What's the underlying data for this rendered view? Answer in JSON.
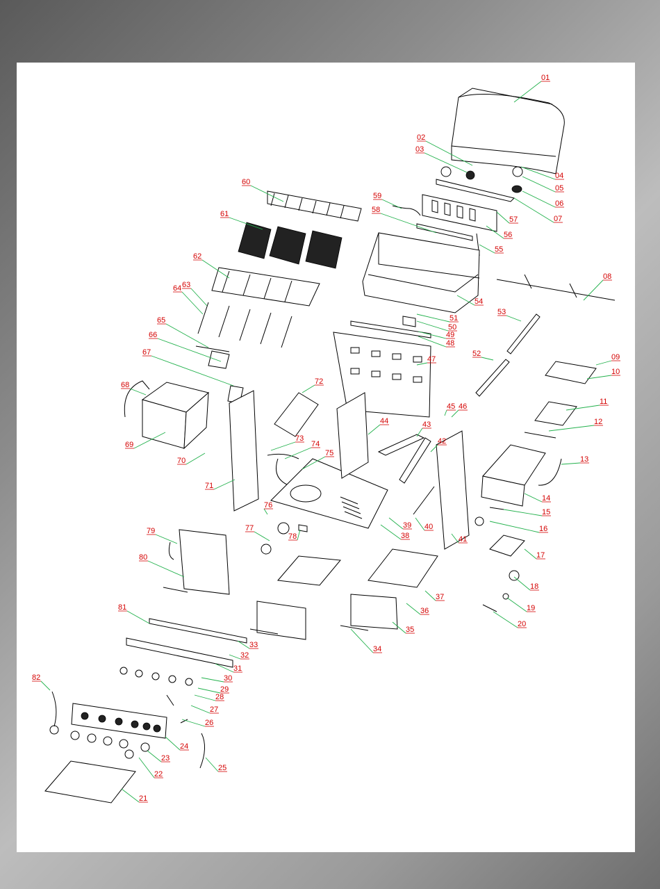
{
  "colors": {
    "label": "#d40000",
    "leader": "#22b14c",
    "line": "#000000"
  },
  "callouts": [
    {
      "id": "01",
      "text": "01"
    },
    {
      "id": "02",
      "text": "02"
    },
    {
      "id": "03",
      "text": "03"
    },
    {
      "id": "04",
      "text": "04"
    },
    {
      "id": "05",
      "text": "05"
    },
    {
      "id": "06",
      "text": "06"
    },
    {
      "id": "07",
      "text": "07"
    },
    {
      "id": "08",
      "text": "08"
    },
    {
      "id": "09",
      "text": "09"
    },
    {
      "id": "10",
      "text": "10"
    },
    {
      "id": "11",
      "text": "11"
    },
    {
      "id": "12",
      "text": "12"
    },
    {
      "id": "13",
      "text": "13"
    },
    {
      "id": "14",
      "text": "14"
    },
    {
      "id": "15",
      "text": "15"
    },
    {
      "id": "16",
      "text": "16"
    },
    {
      "id": "17",
      "text": "17"
    },
    {
      "id": "18",
      "text": "18"
    },
    {
      "id": "19",
      "text": "19"
    },
    {
      "id": "20",
      "text": "20"
    },
    {
      "id": "21",
      "text": "21"
    },
    {
      "id": "22",
      "text": "22"
    },
    {
      "id": "23",
      "text": "23"
    },
    {
      "id": "24",
      "text": "24"
    },
    {
      "id": "25",
      "text": "25"
    },
    {
      "id": "26",
      "text": "26"
    },
    {
      "id": "27",
      "text": "27"
    },
    {
      "id": "28",
      "text": "28"
    },
    {
      "id": "29",
      "text": "29"
    },
    {
      "id": "30",
      "text": "30"
    },
    {
      "id": "31",
      "text": "31"
    },
    {
      "id": "32",
      "text": "32"
    },
    {
      "id": "33",
      "text": "33"
    },
    {
      "id": "34",
      "text": "34"
    },
    {
      "id": "35",
      "text": "35"
    },
    {
      "id": "36",
      "text": "36"
    },
    {
      "id": "37",
      "text": "37"
    },
    {
      "id": "38",
      "text": "38"
    },
    {
      "id": "39",
      "text": "39"
    },
    {
      "id": "40",
      "text": "40"
    },
    {
      "id": "41",
      "text": "41"
    },
    {
      "id": "42",
      "text": "42"
    },
    {
      "id": "43",
      "text": "43"
    },
    {
      "id": "44",
      "text": "44"
    },
    {
      "id": "45",
      "text": "45"
    },
    {
      "id": "46",
      "text": "46"
    },
    {
      "id": "47",
      "text": "47"
    },
    {
      "id": "48",
      "text": "48"
    },
    {
      "id": "49",
      "text": "49"
    },
    {
      "id": "50",
      "text": "50"
    },
    {
      "id": "51",
      "text": "51"
    },
    {
      "id": "52",
      "text": "52"
    },
    {
      "id": "53",
      "text": "53"
    },
    {
      "id": "54",
      "text": "54"
    },
    {
      "id": "55",
      "text": "55"
    },
    {
      "id": "56",
      "text": "56"
    },
    {
      "id": "57",
      "text": "57"
    },
    {
      "id": "58",
      "text": "58"
    },
    {
      "id": "59",
      "text": "59"
    },
    {
      "id": "60",
      "text": "60"
    },
    {
      "id": "61",
      "text": "61"
    },
    {
      "id": "62",
      "text": "62"
    },
    {
      "id": "63",
      "text": "63"
    },
    {
      "id": "64",
      "text": "64"
    },
    {
      "id": "65",
      "text": "65"
    },
    {
      "id": "66",
      "text": "66"
    },
    {
      "id": "67",
      "text": "67"
    },
    {
      "id": "68",
      "text": "68"
    },
    {
      "id": "69",
      "text": "69"
    },
    {
      "id": "70",
      "text": "70"
    },
    {
      "id": "71",
      "text": "71"
    },
    {
      "id": "72",
      "text": "72"
    },
    {
      "id": "73",
      "text": "73"
    },
    {
      "id": "74",
      "text": "74"
    },
    {
      "id": "75",
      "text": "75"
    },
    {
      "id": "76",
      "text": "76"
    },
    {
      "id": "77",
      "text": "77"
    },
    {
      "id": "78",
      "text": "78"
    },
    {
      "id": "79",
      "text": "79"
    },
    {
      "id": "80",
      "text": "80"
    },
    {
      "id": "81",
      "text": "81"
    },
    {
      "id": "82",
      "text": "82"
    }
  ]
}
